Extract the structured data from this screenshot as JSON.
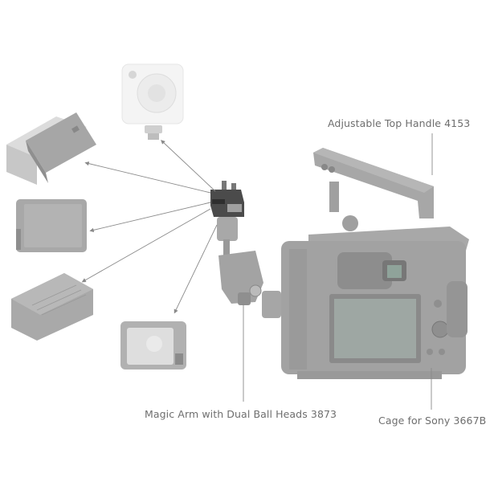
{
  "diagram": {
    "type": "product-accessory-callout",
    "background": "#ffffff",
    "colors": {
      "label_text": "#6e6e6e",
      "leader_line": "#8a8a8a",
      "product_gray": "#a9a9a9",
      "product_dark": "#4a4a4a",
      "accessory_light": "#f2f2f2"
    },
    "labels": {
      "top_handle": "Adjustable Top Handle 4153",
      "magic_arm": "Magic Arm with Dual Ball Heads 3873",
      "cage": "Cage for Sony 3667B"
    },
    "components": [
      {
        "id": "led-light",
        "icon": "square-led-light-icon"
      },
      {
        "id": "pocket-led-panels",
        "icon": "led-panel-icon"
      },
      {
        "id": "field-monitor",
        "icon": "monitor-icon"
      },
      {
        "id": "v-mount-battery",
        "icon": "battery-icon"
      },
      {
        "id": "action-camera-cage",
        "icon": "action-cam-cage-icon"
      },
      {
        "id": "cold-shoe-adapter",
        "icon": "cold-shoe-adapter-icon"
      },
      {
        "id": "magic-arm",
        "icon": "magic-arm-icon"
      },
      {
        "id": "top-handle",
        "icon": "top-handle-icon"
      },
      {
        "id": "camera-cage",
        "icon": "camera-cage-icon"
      }
    ]
  }
}
